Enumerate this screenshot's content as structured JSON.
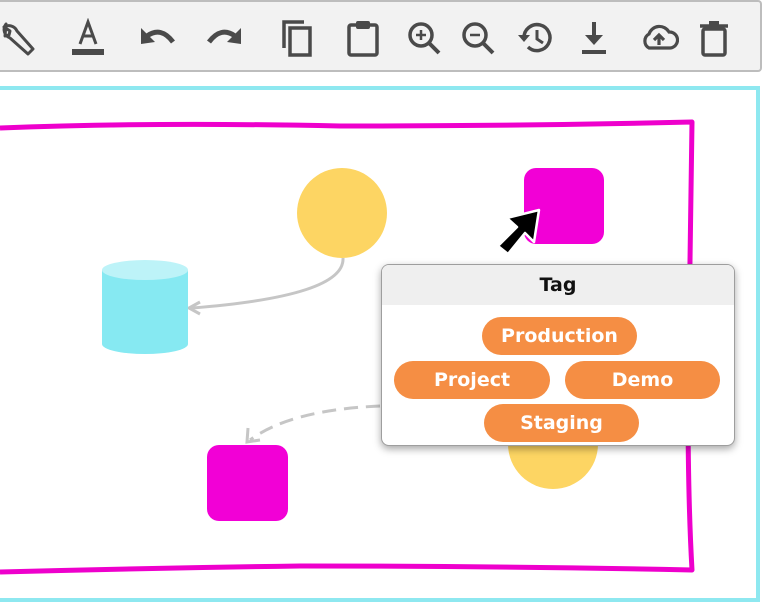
{
  "toolbar": {
    "buttons": [
      {
        "name": "wrench-icon"
      },
      {
        "name": "text-color-icon"
      },
      {
        "name": "undo-icon"
      },
      {
        "name": "redo-icon"
      },
      {
        "name": "copy-icon"
      },
      {
        "name": "paste-icon"
      },
      {
        "name": "zoom-in-icon"
      },
      {
        "name": "zoom-out-icon"
      },
      {
        "name": "history-icon"
      },
      {
        "name": "download-icon"
      },
      {
        "name": "cloud-upload-icon"
      },
      {
        "name": "delete-icon"
      }
    ]
  },
  "colors": {
    "frame": "#8ee8f0",
    "selection": "#ee00cc",
    "circle": "#fdd563",
    "square": "#f200d6",
    "cylinder": "#86e9f2",
    "connector": "#c6c6c6",
    "tag": "#f58e44"
  },
  "tag_popup": {
    "title": "Tag",
    "tags": [
      "Production",
      "Project",
      "Demo",
      "Staging"
    ]
  }
}
